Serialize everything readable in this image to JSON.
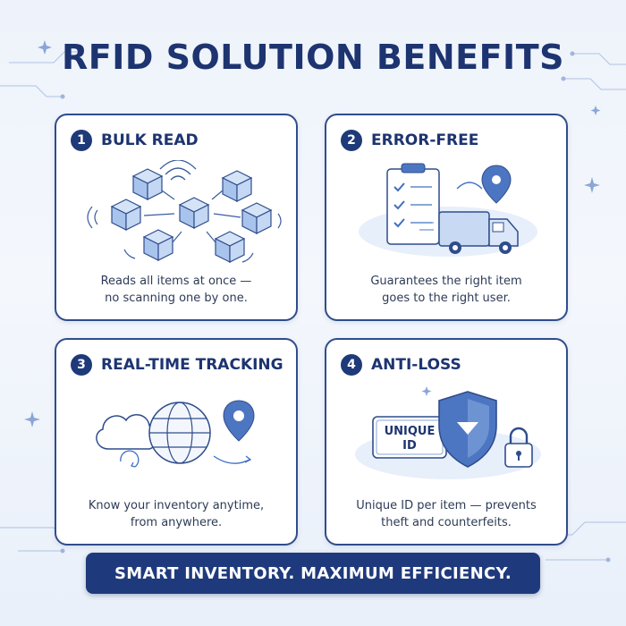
{
  "title": "RFID SOLUTION BENEFITS",
  "cards": [
    {
      "number": "1",
      "title": "BULK READ",
      "desc": [
        "Reads all items at once —",
        "no scanning one by one."
      ],
      "icon": "boxes-rfid-icon"
    },
    {
      "number": "2",
      "title": "ERROR-FREE",
      "desc": [
        "Guarantees the right item",
        "goes to the right user."
      ],
      "icon": "checklist-truck-icon"
    },
    {
      "number": "3",
      "title": "REAL-TIME TRACKING",
      "desc": [
        "Know your inventory anytime,",
        "from anywhere."
      ],
      "icon": "cloud-globe-pin-icon"
    },
    {
      "number": "4",
      "title": "ANTI-LOSS",
      "desc": [
        "Unique ID per item — prevents",
        "theft and counterfeits."
      ],
      "icon": "shield-lock-icon"
    }
  ],
  "unique_id_tag": {
    "line1": "UNIQUE",
    "line2": "ID"
  },
  "banner": "SMART INVENTORY. MAXIMUM EFFICIENCY.",
  "colors": {
    "navy": "#1d3470",
    "accent": "#3f6fc4",
    "card_border": "#2f4d8c",
    "background": "#eef3fb"
  }
}
